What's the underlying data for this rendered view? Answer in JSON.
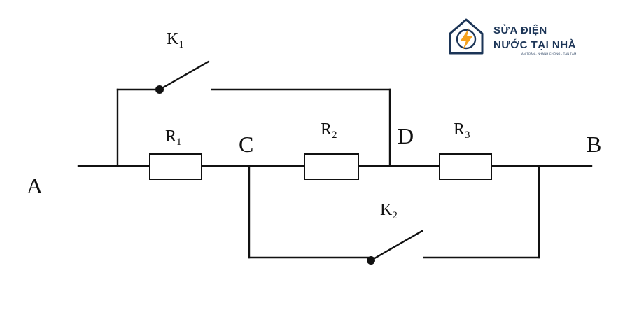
{
  "nodes": {
    "a": "A",
    "b": "B",
    "c": "C",
    "d": "D"
  },
  "resistors": {
    "r1": {
      "letter": "R",
      "sub": "1"
    },
    "r2": {
      "letter": "R",
      "sub": "2"
    },
    "r3": {
      "letter": "R",
      "sub": "3"
    }
  },
  "switches": {
    "k1": {
      "letter": "K",
      "sub": "1"
    },
    "k2": {
      "letter": "K",
      "sub": "2"
    }
  },
  "logo": {
    "line1": "SỬA ĐIỆN",
    "line2": "NƯỚC TẠI NHÀ",
    "tagline": "AN TOÀN - NHANH CHÓNG - TẬN TÂM",
    "accent": "#f5a11c",
    "dark": "#1c3557"
  }
}
